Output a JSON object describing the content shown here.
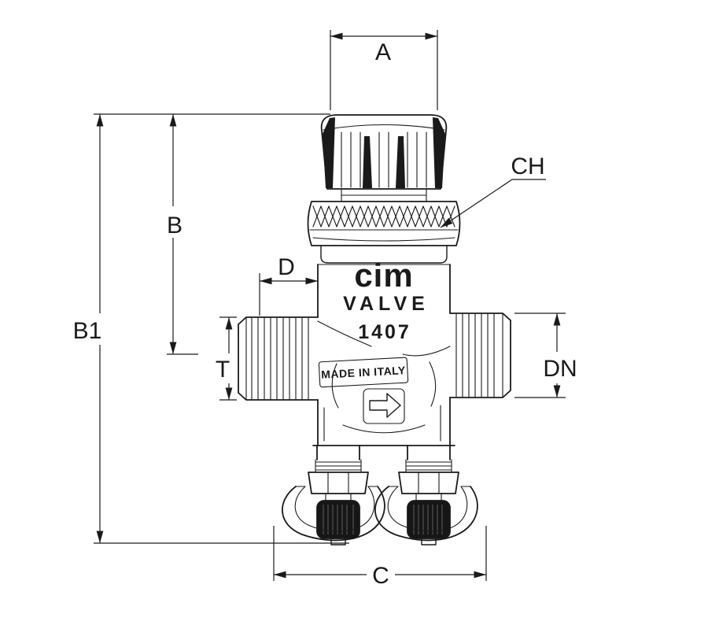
{
  "labels": {
    "a": "A",
    "b": "B",
    "b1": "B1",
    "c": "C",
    "d": "D",
    "t": "T",
    "dn": "DN",
    "ch": "CH"
  },
  "valve": {
    "brand": "cim",
    "series": "VALVE",
    "model": "1407",
    "origin": "MADE IN ITALY"
  },
  "icons": {
    "flow_direction": "right-arrow-outline"
  },
  "colors": {
    "line": "#1a1a1a",
    "cap_fill": "#161616",
    "background": "#ffffff"
  }
}
